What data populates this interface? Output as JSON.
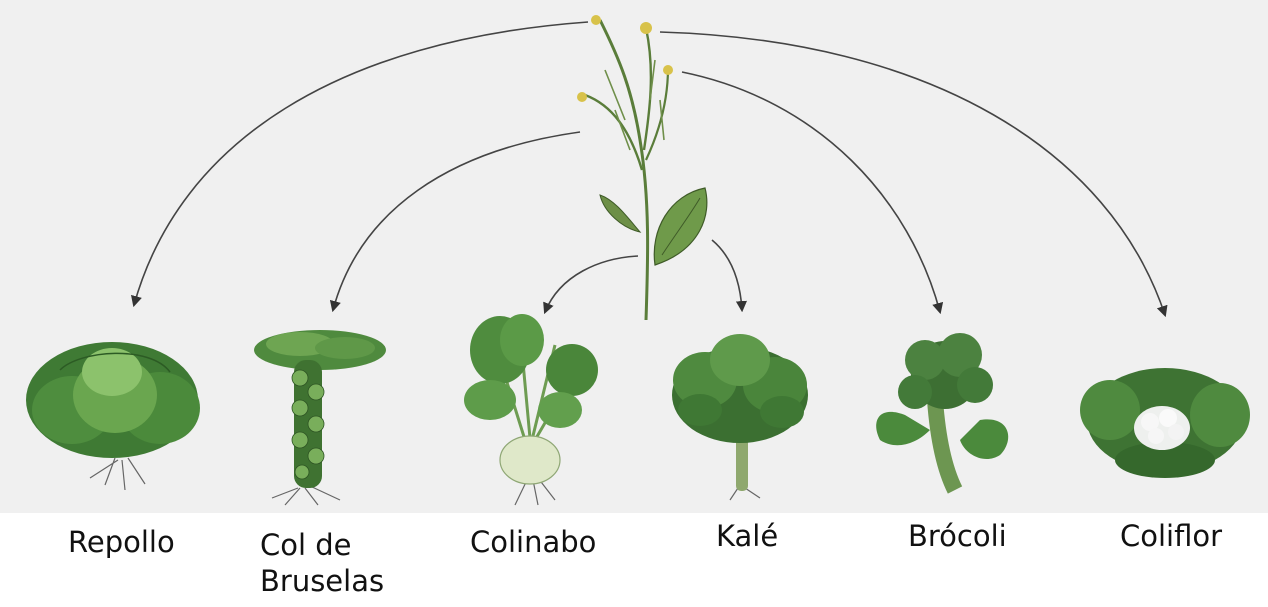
{
  "labels": {
    "cabbage": "Repollo",
    "brussels": "Col de\nBruselas",
    "kohlrabi": "Colinabo",
    "kale": "Kalé",
    "broccoli": "Brócoli",
    "cauliflower": "Coliflor"
  }
}
